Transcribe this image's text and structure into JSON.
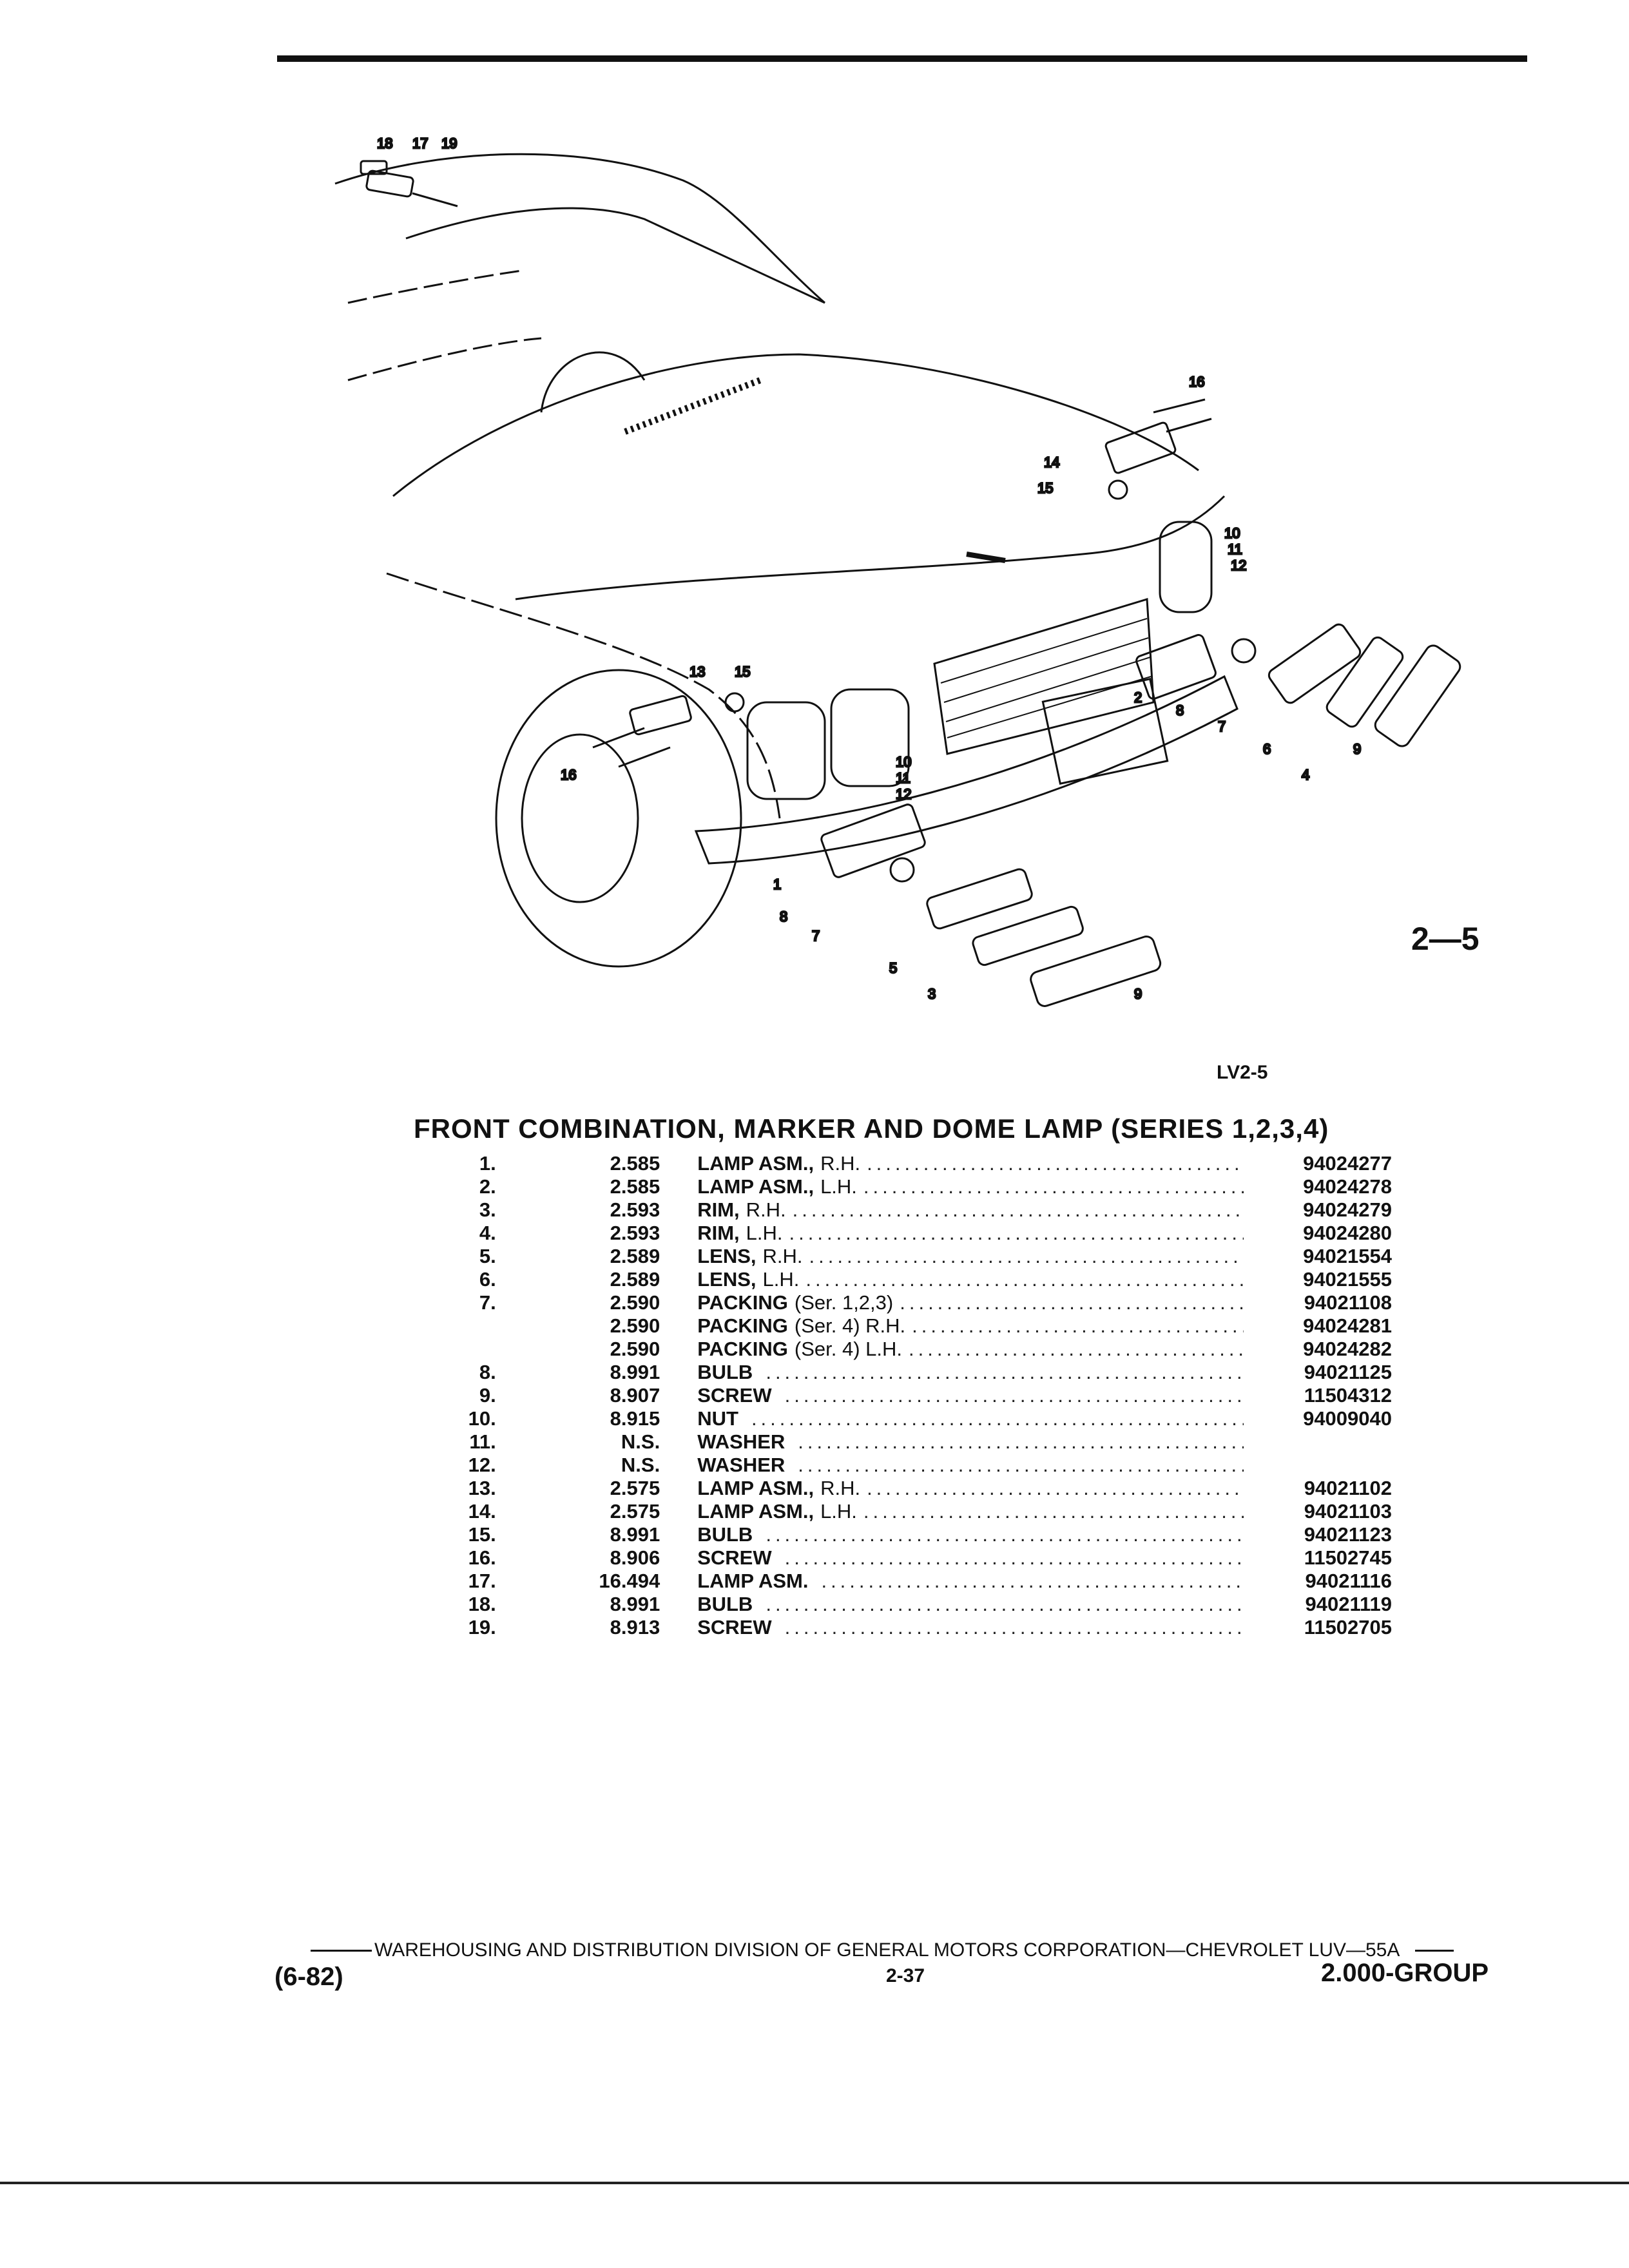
{
  "figure": {
    "number": "2—5",
    "code": "LV2-5",
    "callouts": [
      "18",
      "17",
      "19",
      "16",
      "14",
      "15",
      "10",
      "11",
      "12",
      "2",
      "8",
      "7",
      "6",
      "4",
      "9",
      "13",
      "15",
      "16",
      "10",
      "11",
      "12",
      "1",
      "8",
      "7",
      "5",
      "3",
      "9"
    ]
  },
  "section": {
    "title": "FRONT COMBINATION, MARKER AND DOME LAMP (SERIES 1,2,3,4)"
  },
  "parts": [
    {
      "no": "1.",
      "group": "2.585",
      "name": "LAMP ASM.,",
      "qualifier": "R.H.",
      "part": "94024277"
    },
    {
      "no": "2.",
      "group": "2.585",
      "name": "LAMP ASM.,",
      "qualifier": "L.H.",
      "part": "94024278"
    },
    {
      "no": "3.",
      "group": "2.593",
      "name": "RIM,",
      "qualifier": "R.H.",
      "part": "94024279"
    },
    {
      "no": "4.",
      "group": "2.593",
      "name": "RIM,",
      "qualifier": "L.H.",
      "part": "94024280"
    },
    {
      "no": "5.",
      "group": "2.589",
      "name": "LENS,",
      "qualifier": "R.H.",
      "part": "94021554"
    },
    {
      "no": "6.",
      "group": "2.589",
      "name": "LENS,",
      "qualifier": "L.H.",
      "part": "94021555"
    },
    {
      "no": "7.",
      "group": "2.590",
      "name": "PACKING",
      "qualifier": "(Ser. 1,2,3)",
      "part": "94021108"
    },
    {
      "no": "",
      "group": "2.590",
      "name": "PACKING",
      "qualifier": "(Ser. 4) R.H.",
      "part": "94024281"
    },
    {
      "no": "",
      "group": "2.590",
      "name": "PACKING",
      "qualifier": "(Ser. 4) L.H.",
      "part": "94024282"
    },
    {
      "no": "8.",
      "group": "8.991",
      "name": "BULB",
      "qualifier": "",
      "part": "94021125"
    },
    {
      "no": "9.",
      "group": "8.907",
      "name": "SCREW",
      "qualifier": "",
      "part": "11504312"
    },
    {
      "no": "10.",
      "group": "8.915",
      "name": "NUT",
      "qualifier": "",
      "part": "94009040"
    },
    {
      "no": "11.",
      "group": "N.S.",
      "name": "WASHER",
      "qualifier": "",
      "part": ""
    },
    {
      "no": "12.",
      "group": "N.S.",
      "name": "WASHER",
      "qualifier": "",
      "part": ""
    },
    {
      "no": "13.",
      "group": "2.575",
      "name": "LAMP ASM.,",
      "qualifier": "R.H.",
      "part": "94021102"
    },
    {
      "no": "14.",
      "group": "2.575",
      "name": "LAMP ASM.,",
      "qualifier": "L.H.",
      "part": "94021103"
    },
    {
      "no": "15.",
      "group": "8.991",
      "name": "BULB",
      "qualifier": "",
      "part": "94021123"
    },
    {
      "no": "16.",
      "group": "8.906",
      "name": "SCREW",
      "qualifier": "",
      "part": "11502745"
    },
    {
      "no": "17.",
      "group": "16.494",
      "name": "LAMP ASM.",
      "qualifier": "",
      "part": "94021116"
    },
    {
      "no": "18.",
      "group": "8.991",
      "name": "BULB",
      "qualifier": "",
      "part": "94021119"
    },
    {
      "no": "19.",
      "group": "8.913",
      "name": "SCREW",
      "qualifier": "",
      "part": "11502705"
    }
  ],
  "footer": {
    "division": "WAREHOUSING AND DISTRIBUTION DIVISION OF GENERAL MOTORS CORPORATION—CHEVROLET LUV—55A",
    "date": "(6-82)",
    "page": "2-37",
    "group": "2.000-GROUP"
  }
}
